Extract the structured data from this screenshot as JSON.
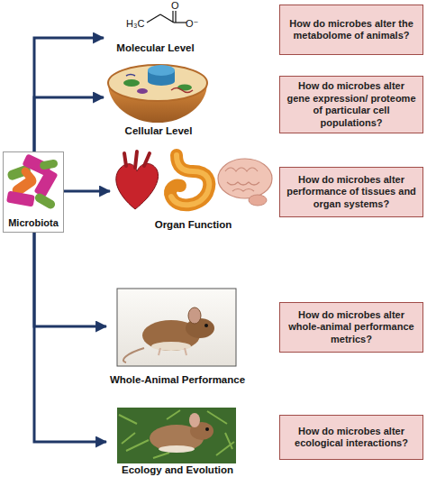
{
  "diagram": {
    "nodes": [
      {
        "text": [
          "Microbiota"
        ]
      },
      {
        "text": [
          "Molecular Level"
        ]
      },
      {
        "text": [
          "Cellular Level"
        ]
      },
      {
        "text": [
          "Organ Function"
        ]
      },
      {
        "text": [
          "Whole-Animal Performance"
        ]
      },
      {
        "text": [
          "Ecology and Evolution"
        ]
      },
      {
        "text": [
          "How do microbes alter the metabolome of animals?"
        ]
      },
      {
        "text": [
          "How do microbes alter gene expression/ proteome of particular cell populations?"
        ]
      },
      {
        "text": [
          "How do microbes alter performance of tissues and organ systems?"
        ]
      },
      {
        "text": [
          "How do microbes alter whole-animal performance metrics?"
        ]
      },
      {
        "text": [
          "How do microbes alter ecological interactions?"
        ]
      }
    ],
    "edges": [
      {
        "from": 0,
        "to": 1,
        "arrow": "to"
      },
      {
        "from": 0,
        "to": 2,
        "arrow": "to"
      },
      {
        "from": 0,
        "to": 3,
        "arrow": "to"
      },
      {
        "from": 0,
        "to": 4,
        "arrow": "to"
      },
      {
        "from": 0,
        "to": 5,
        "arrow": "to"
      }
    ],
    "labels": [
      "H₃C",
      "O",
      "O⁻"
    ]
  }
}
